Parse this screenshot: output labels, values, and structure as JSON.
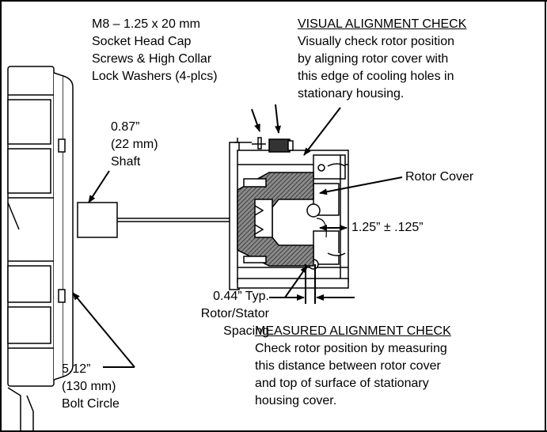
{
  "screws_callout": {
    "lines": [
      "M8 – 1.25 x 20 mm",
      "Socket Head Cap",
      "Screws & High Collar",
      "Lock Washers (4-plcs)"
    ]
  },
  "visual_check": {
    "title": "VISUAL ALIGNMENT CHECK",
    "lines": [
      "Visually check rotor position",
      "by aligning rotor cover with",
      "this edge of cooling holes in",
      "stationary housing."
    ]
  },
  "shaft_callout": {
    "lines": [
      "0.87”",
      "(22 mm)",
      "Shaft"
    ]
  },
  "rotor_cover_label": "Rotor Cover",
  "distance_label": "1.25” ± .125”",
  "spacing_callout": {
    "lines": [
      "0.44” Typ.",
      "Rotor/Stator",
      "Spacing"
    ]
  },
  "bolt_circle_callout": {
    "lines": [
      "5.12”",
      "(130 mm)",
      "Bolt Circle"
    ]
  },
  "measured_check": {
    "title": "MEASURED ALIGNMENT CHECK",
    "lines": [
      "Check rotor position by measuring",
      "this distance between rotor cover",
      "and top of surface of stationary",
      "housing cover."
    ]
  }
}
